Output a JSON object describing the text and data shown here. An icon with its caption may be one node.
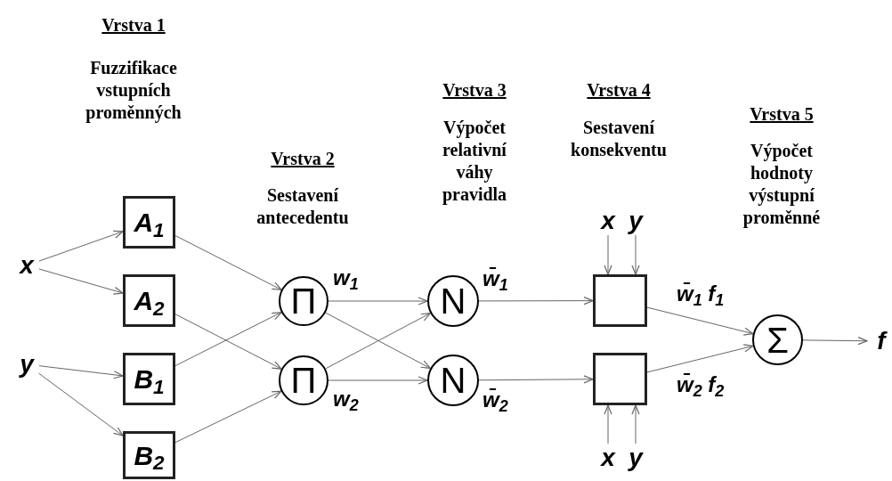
{
  "diagram": {
    "nodes": [
      {
        "text": [
          "x"
        ]
      },
      {
        "text": [
          "y"
        ]
      },
      {
        "text": [
          "A$_{1}$"
        ]
      },
      {
        "text": [
          "A$_{2}$"
        ]
      },
      {
        "text": [
          "B$_{1}$"
        ]
      },
      {
        "text": [
          "B$_{2}$"
        ]
      },
      {
        "text": [
          "Π"
        ]
      },
      {
        "text": [
          "Π"
        ]
      },
      {
        "text": [
          "N"
        ]
      },
      {
        "text": [
          "N"
        ]
      },
      {
        "text": [],
        "shape": "box"
      },
      {
        "text": [],
        "shape": "box"
      },
      {
        "text": [
          "Σ"
        ]
      },
      {
        "text": [
          "f"
        ]
      },
      {
        "text": [
          "x"
        ]
      },
      {
        "text": [
          "y"
        ]
      },
      {
        "text": [
          "x"
        ]
      },
      {
        "text": [
          "y"
        ]
      }
    ],
    "edges": [
      {
        "from": 0,
        "to": 2,
        "arrow": "to"
      },
      {
        "from": 0,
        "to": 3,
        "arrow": "to"
      },
      {
        "from": 1,
        "to": 4,
        "arrow": "to"
      },
      {
        "from": 1,
        "to": 5,
        "arrow": "to"
      },
      {
        "from": 2,
        "to": 6,
        "arrow": "to"
      },
      {
        "from": 3,
        "to": 7,
        "arrow": "to"
      },
      {
        "from": 4,
        "to": 6,
        "arrow": "to"
      },
      {
        "from": 5,
        "to": 7,
        "arrow": "to"
      },
      {
        "from": 6,
        "to": 8,
        "arrow": "to",
        "label": "w$_{1}$"
      },
      {
        "from": 6,
        "to": 9,
        "arrow": "to"
      },
      {
        "from": 7,
        "to": 8,
        "arrow": "to"
      },
      {
        "from": 7,
        "to": 9,
        "arrow": "to",
        "label": "w$_{2}$"
      },
      {
        "from": 8,
        "to": 10,
        "arrow": "to",
        "label": "w̄$_{1}$"
      },
      {
        "from": 9,
        "to": 11,
        "arrow": "to",
        "label": "w̄$_{2}$"
      },
      {
        "from": 10,
        "to": 12,
        "arrow": "to",
        "label": "w̄$_{1}$ f$_{1}$"
      },
      {
        "from": 11,
        "to": 12,
        "arrow": "to",
        "label": "w̄$_{2}$ f$_{2}$"
      },
      {
        "from": 12,
        "to": 13,
        "arrow": "to"
      },
      {
        "from": 14,
        "to": 10,
        "arrow": "to"
      },
      {
        "from": 15,
        "to": 10,
        "arrow": "to"
      },
      {
        "from": 16,
        "to": 11,
        "arrow": "to"
      },
      {
        "from": 17,
        "to": 11,
        "arrow": "to"
      }
    ],
    "labels": [
      "Vrstva 1",
      "Fuzzifikace vstupních proměnných",
      "Vrstva 2",
      "Sestavení antecedentu",
      "Vrstva 3",
      "Výpočet relativní váhy pravidla",
      "Vrstva 4",
      "Sestavení konsekventu",
      "Vrstva 5",
      "Výpočet hodnoty výstupní proměnné"
    ]
  }
}
